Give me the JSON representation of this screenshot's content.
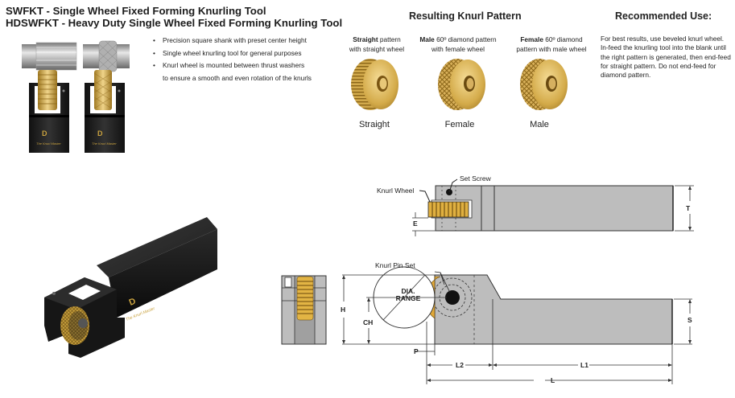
{
  "header": {
    "title_line1": "SWFKT - Single Wheel Fixed Forming Knurling Tool",
    "title_line2": "HDSWFKT - Heavy Duty Single Wheel Fixed Forming Knurling Tool"
  },
  "features": {
    "bullets": [
      "Precision square shank with preset center height",
      "Single wheel knurling tool for general purposes",
      "Knurl wheel is mounted between thrust washers"
    ],
    "bullet3_continuation": "to ensure a smooth and even rotation of the knurls"
  },
  "knurl_pattern": {
    "heading": "Resulting Knurl Pattern",
    "patterns": [
      {
        "caption_bold": "Straight",
        "caption_rest": " pattern",
        "caption_line2": "with straight wheel",
        "name": "Straight",
        "icon": "straight-knurl-wheel"
      },
      {
        "caption_bold": "Male",
        "caption_rest": " 60º diamond pattern",
        "caption_line2": "with female wheel",
        "name": "Female",
        "icon": "female-knurl-wheel"
      },
      {
        "caption_bold": "Female",
        "caption_rest": " 60º diamond",
        "caption_line2": "pattern with male wheel",
        "name": "Male",
        "icon": "male-knurl-wheel"
      }
    ]
  },
  "recommended_use": {
    "heading": "Recommended Use:",
    "body": "For best results, use beveled knurl wheel. In-feed the knurling tool into the blank until the right pattern is generated, then end-feed for straight pattern. Do not end-feed for diamond pattern."
  },
  "drawing": {
    "callouts": {
      "set_screw": "Set Screw",
      "knurl_wheel": "Knurl Wheel",
      "knurl_pin_set": "Knurl Pin Set",
      "dia_range_line1": "DIA.",
      "dia_range_line2": "RANGE"
    },
    "dimensions": {
      "T": "T",
      "E": "E",
      "H": "H",
      "CH": "CH",
      "S": "S",
      "P": "P",
      "L": "L",
      "L1": "L1",
      "L2": "L2"
    }
  },
  "colors": {
    "tool_body": "#1a1a1a",
    "brass": "#c9a23f",
    "drawing_fill": "#bdbdbd",
    "drawing_stroke": "#333333"
  }
}
